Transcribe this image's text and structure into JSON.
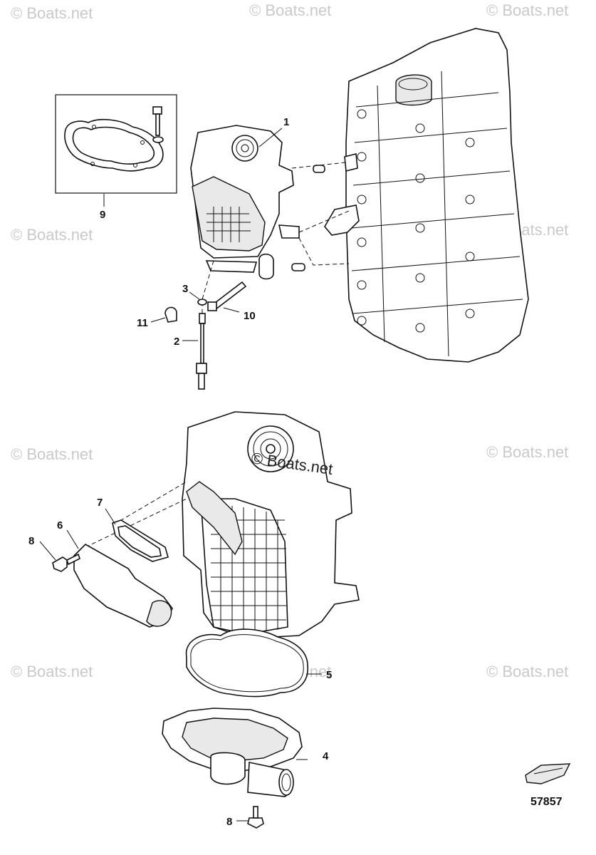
{
  "watermark": "© Boats.net",
  "figure_number": "57857",
  "callouts": {
    "c1": "1",
    "c2": "2",
    "c3": "3",
    "c4": "4",
    "c5": "5",
    "c6": "6",
    "c7": "7",
    "c8a": "8",
    "c8b": "8",
    "c9": "9",
    "c10": "10",
    "c11": "11"
  }
}
